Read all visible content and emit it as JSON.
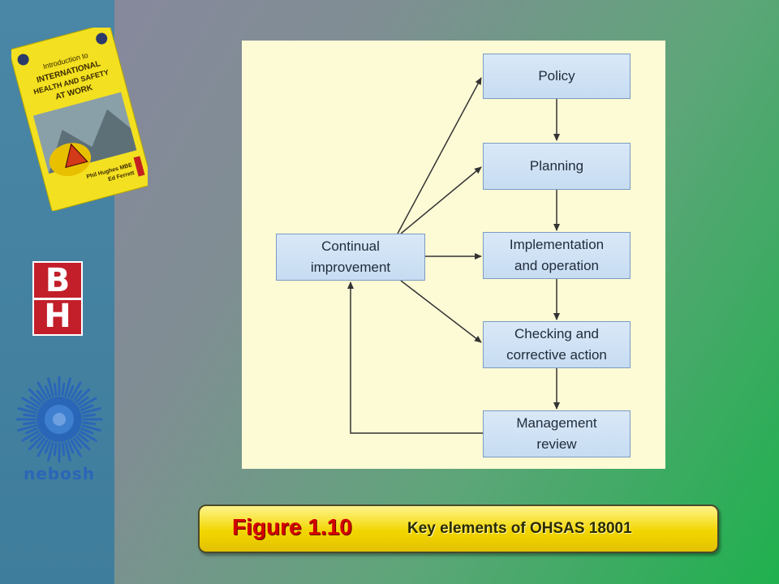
{
  "sidebar": {
    "book_cover": {
      "lines": [
        "Introduction to",
        "INTERNATIONAL",
        "HEALTH AND SAFETY",
        "AT WORK"
      ],
      "authors": [
        "Phil Hughes MBE",
        "Ed Ferrett"
      ],
      "cover_color": "#f3e020"
    },
    "bh_logo": {
      "top_letter": "B",
      "bottom_letter": "H",
      "color": "#c21f2a"
    },
    "nebosh_logo": {
      "text": "nebosh",
      "color": "#2a66b8"
    }
  },
  "diagram": {
    "nodes": {
      "policy": "Policy",
      "planning": "Planning",
      "implementation": "Implementation\nand operation",
      "checking": "Checking  and\ncorrective action",
      "review": "Management\nreview",
      "continual": "Continual\nimprovement"
    },
    "colors": {
      "panel": "#fdfbd6",
      "box": "#d0e2f5",
      "arrow": "#333333"
    }
  },
  "caption": {
    "figure": "Figure 1.10",
    "title": "Key elements of OHSAS 18001",
    "figure_color": "#d40000",
    "bar_color": "#f2d600"
  }
}
